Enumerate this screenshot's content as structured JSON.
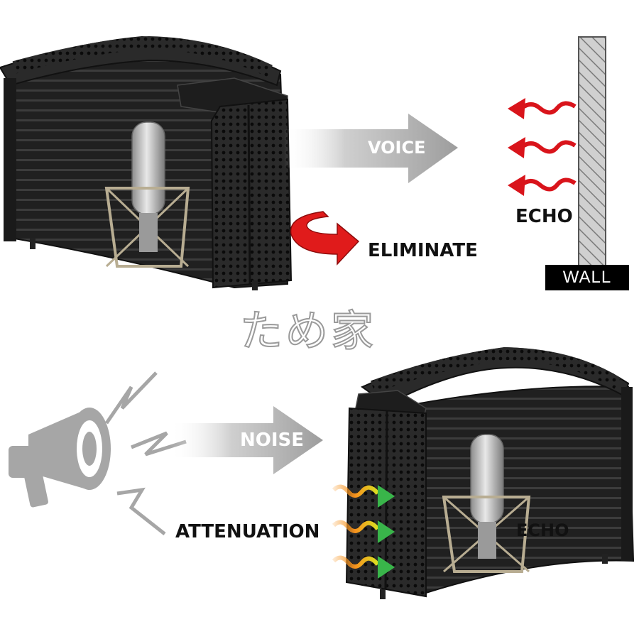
{
  "labels": {
    "voice": "VOICE",
    "echo_top": "ECHO",
    "eliminate": "ELIMINATE",
    "wall": "WALL",
    "noise": "NOISE",
    "attenuation": "ATTENUATION",
    "echo_bottom": "ECHO"
  },
  "watermark": "ため家",
  "colors": {
    "shield": "#1e1e1e",
    "shield_edge": "#3a3a3a",
    "arrow_grey": "#a9a9a9",
    "echo_red": "#d9141b",
    "green_arrow": "#39b54a",
    "wall_hatch": "#8a8a8a"
  }
}
